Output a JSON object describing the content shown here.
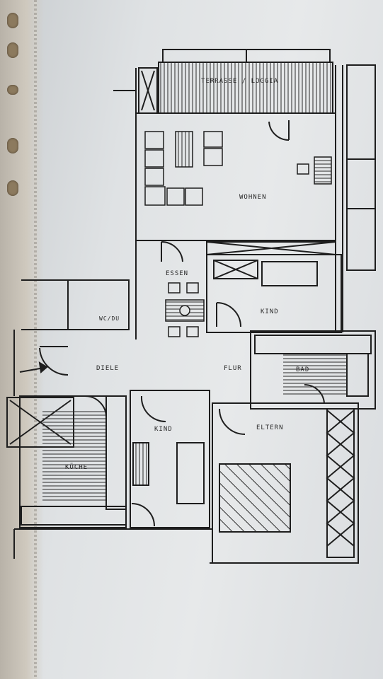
{
  "labels": {
    "terrasse": "TERRASSE / LOGGIA",
    "wohnen": "WOHNEN",
    "essen": "ESSEN",
    "kind_top": "KIND",
    "wc": "WC/DU",
    "diele": "DIELE",
    "flur": "FLUR",
    "bad": "BAD",
    "kind_bottom": "KIND",
    "eltern": "ELTERN",
    "kueche": "KÜCHE"
  },
  "colors": {
    "ink": "#1e1e1e",
    "paper": "#e3e5e6",
    "hole": "#8c7a5e"
  },
  "icons": {
    "entry": "entry-arrow-icon"
  }
}
